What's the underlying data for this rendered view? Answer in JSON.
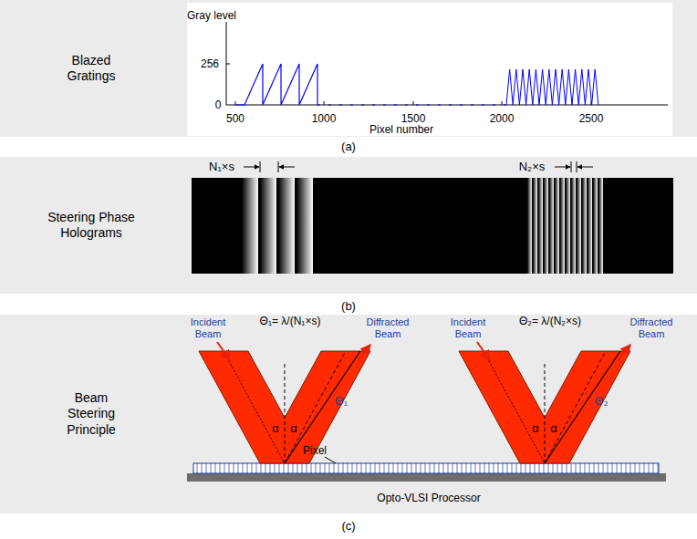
{
  "diagram": {
    "nodes": [
      {
        "text": [
          "Blazed Gratings"
        ]
      },
      {
        "text": [
          "Steering Phase Holograms"
        ]
      },
      {
        "text": [
          "Beam Steering Principle"
        ]
      }
    ],
    "labels": [
      "Gray level",
      "256",
      "0",
      "500",
      "1000",
      "1500",
      "2000",
      "2500",
      "Pixel number",
      "(a)",
      "N₁×s",
      "N₂×s",
      "(b)",
      "Incident Beam",
      "Θ₁= λ/(N₁×s)",
      "Diffracted Beam",
      "α",
      "α",
      "Θ₁",
      "Incident Beam",
      "Θ₂= λ/(N₂×s)",
      "Diffracted Beam",
      "α",
      "α",
      "Θ₂",
      "Pixel",
      "Opto-VLSI Processor",
      "(c)"
    ]
  }
}
